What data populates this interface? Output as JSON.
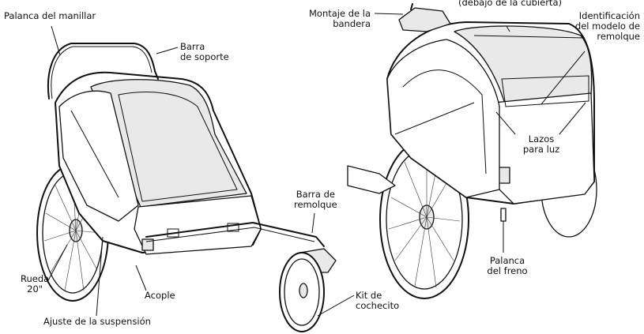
{
  "labels": {
    "handlebar_lever": "Palanca del manillar",
    "support_bar": [
      "Barra",
      "de soporte"
    ],
    "tow_bar": [
      "Barra de",
      "remolque"
    ],
    "wheel": [
      "Rueda",
      "20\""
    ],
    "coupler": "Acople",
    "suspension": "Ajuste de la suspensión",
    "stroller_kit": [
      "Kit de",
      "cochecito"
    ],
    "flag_mount": [
      "Montaje de la",
      "bandera"
    ],
    "under_cover": "(debajo de la cubierta)",
    "model_id": [
      "Identificación",
      "del modelo de",
      "remolque"
    ],
    "light_loops": [
      "Lazos",
      "para luz"
    ],
    "brake_lever": [
      "Palanca",
      "del freno"
    ]
  }
}
